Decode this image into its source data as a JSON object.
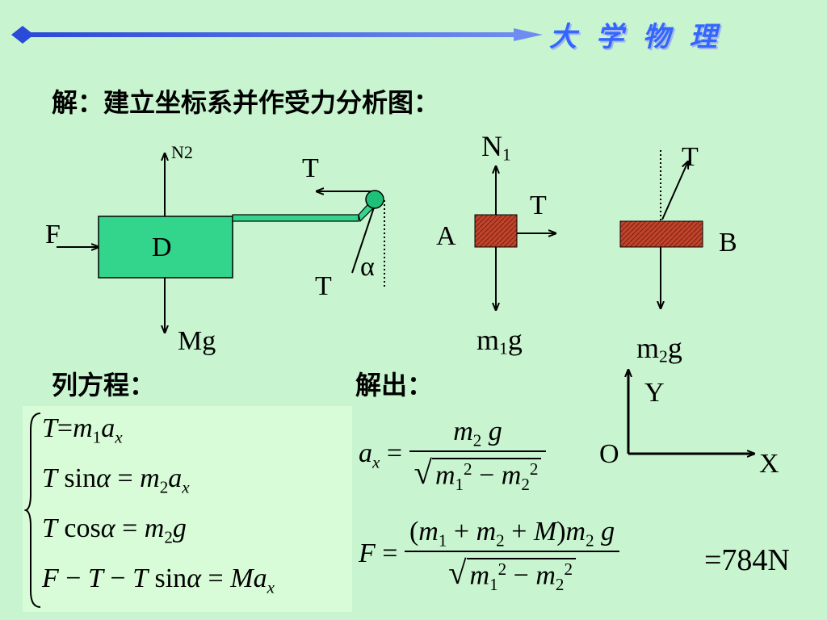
{
  "header": {
    "title": "大 学 物 理"
  },
  "solution": {
    "intro": "解：建立坐标系并作受力分析图：",
    "equations_heading": "列方程：",
    "solve_heading": "解出："
  },
  "diagram": {
    "block_d": {
      "label": "D",
      "forces": {
        "up": "N2",
        "left": "F",
        "down": "Mg"
      }
    },
    "pulley": {
      "tension_top": "T",
      "tension_bottom": "T",
      "angle": "α"
    },
    "block_a": {
      "label": "A",
      "forces": {
        "up": "N",
        "up_sub": "1",
        "right": "T",
        "down": "m",
        "down_sub": "1",
        "down_tail": "g"
      }
    },
    "block_b": {
      "label": "B",
      "forces": {
        "up": "T",
        "down": "m",
        "down_sub": "2",
        "down_tail": "g"
      }
    },
    "axes": {
      "y": "Y",
      "x": "X",
      "origin": "O"
    }
  },
  "equations": [
    "T = m1 ax",
    "T sinα = m2 ax",
    "T cosα = m2 g",
    "F − T − T sinα = M ax"
  ],
  "results": {
    "ax": "ax = m2 g / √(m1² − m2²)",
    "F": "F = (m1 + m2 + M) m2 g / √(m1² − m2²)",
    "F_value": "=784N"
  },
  "colors": {
    "background": "#c8f5d0",
    "title": "#3366ff",
    "block_d": "#33d48c",
    "blocks_ab": "#c0432b"
  }
}
